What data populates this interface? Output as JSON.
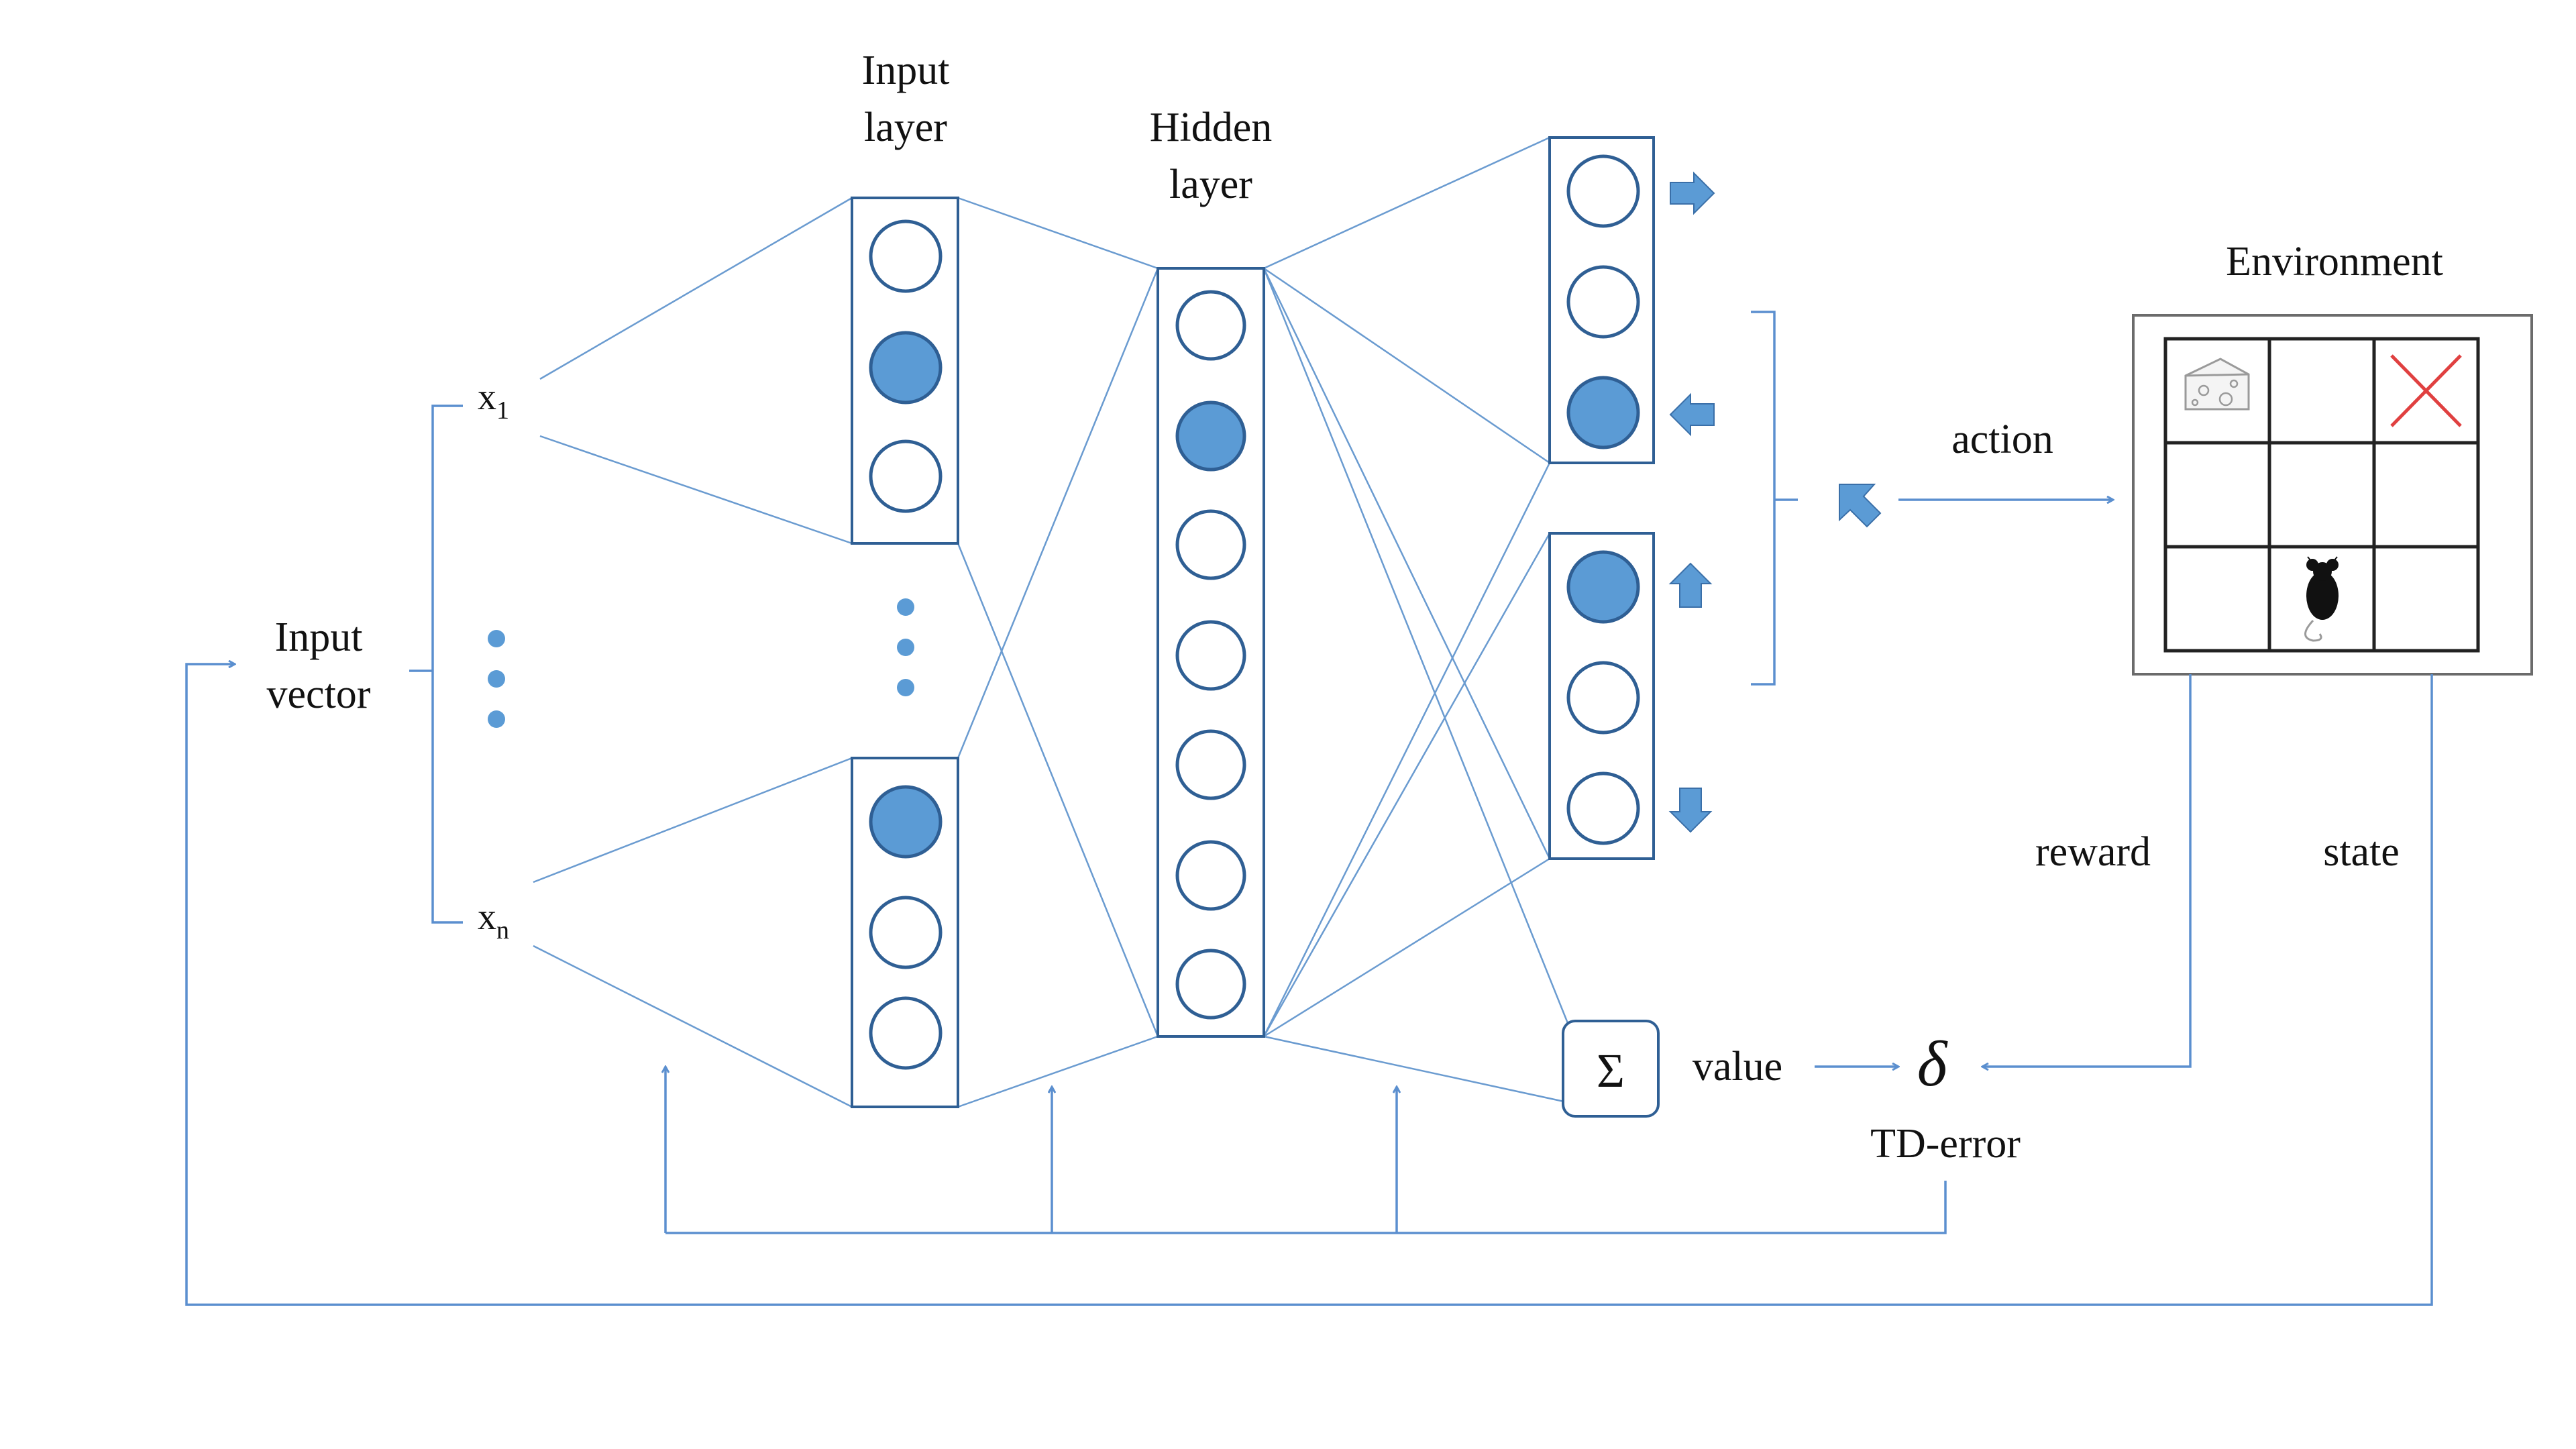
{
  "colors": {
    "accent": "#5b9bd5",
    "line": "#5b8fcf",
    "node_stroke": "#2f5f94",
    "cross": "#e04040"
  },
  "labels": {
    "input_layer_line1": "Input",
    "input_layer_line2": "layer",
    "hidden_layer_line1": "Hidden",
    "hidden_layer_line2": "layer",
    "input_vector_line1": "Input",
    "input_vector_line2": "vector",
    "x1_base": "x",
    "x1_sub": "1",
    "xn_base": "x",
    "xn_sub": "n",
    "environment": "Environment",
    "action": "action",
    "reward": "reward",
    "state": "state",
    "value": "value",
    "sigma": "Σ",
    "delta": "δ",
    "td_error": "TD-error"
  },
  "icons": {
    "output_arrows": [
      "arrow-right-icon",
      "arrow-left-icon",
      "arrow-up-icon",
      "arrow-down-icon"
    ],
    "action_arrow": "arrow-up-left-icon",
    "grid_contents": [
      "cheese-icon",
      "empty",
      "red-x-icon",
      "empty",
      "empty",
      "empty",
      "empty",
      "mouse-icon",
      "empty"
    ]
  }
}
